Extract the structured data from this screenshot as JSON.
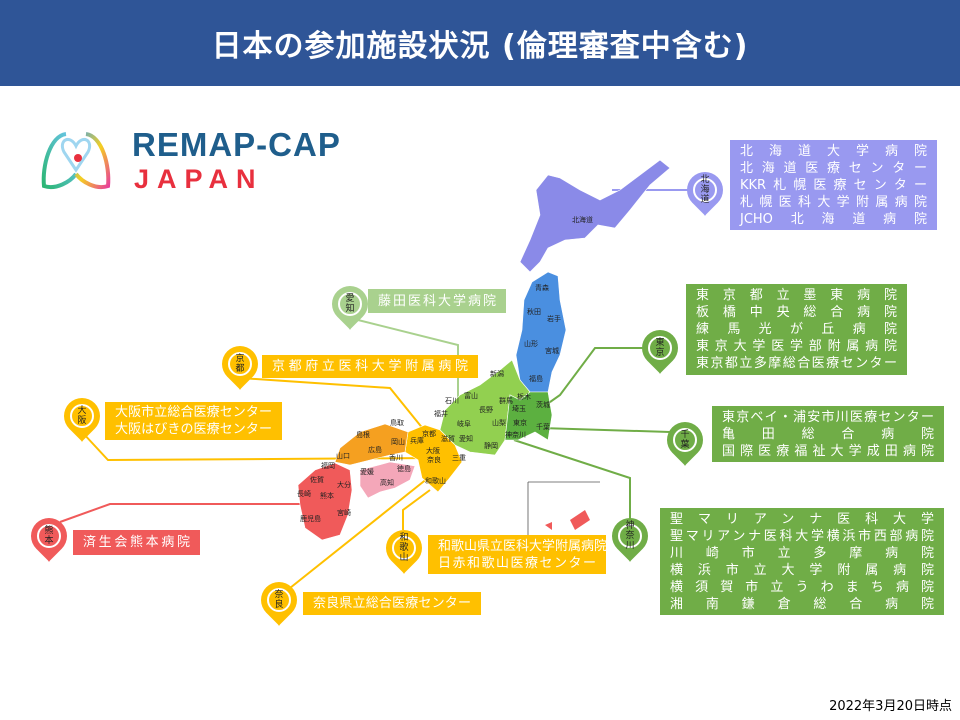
{
  "title": "日本の参加施設状況 (倫理審査中含む)",
  "logo": {
    "line1": "REMAP-CAP",
    "line2": "JAPAN"
  },
  "date": "2022年3月20日時点",
  "colors": {
    "header": "#2f5597",
    "hokkaido": "#9999f0",
    "tohoku": "#4a8fe0",
    "kanto": "#70ad47",
    "chubu": "#92d050",
    "kinki": "#ffc000",
    "chugoku": "#f5a020",
    "shikoku": "#f4a7b9",
    "kyushu": "#f05a5a",
    "aichi": "#a9d18e"
  },
  "regions": [
    {
      "id": "hokkaido",
      "pin": [
        "北",
        "海",
        "道"
      ],
      "color": "#9999f0",
      "hospitals": [
        "北海道大学病院",
        "北海道医療センター",
        "KKR札幌医療センター",
        "札幌医科大学附属病院",
        "JCHO北海道病院"
      ]
    },
    {
      "id": "tokyo",
      "pin": [
        "東",
        "京"
      ],
      "color": "#70ad47",
      "hospitals": [
        "東京都立墨東病院",
        "板橋中央総合病院",
        "練馬光が丘病院",
        "東京大学医学部附属病院",
        "東京都立多摩総合医療センター"
      ]
    },
    {
      "id": "chiba",
      "pin": [
        "千",
        "葉"
      ],
      "color": "#70ad47",
      "hospitals": [
        "東京ベイ・浦安市川医療センター",
        "亀田総合病院",
        "国際医療福祉大学成田病院"
      ]
    },
    {
      "id": "kanagawa",
      "pin": [
        "神",
        "奈",
        "川"
      ],
      "color": "#70ad47",
      "hospitals": [
        "聖マリアンナ医科大学",
        "聖マリアンナ医科大学横浜市西部病院",
        "川崎市立多摩病院",
        "横浜市立大学附属病院",
        "横須賀市立うわまち病院",
        "湘南鎌倉総合病院"
      ]
    },
    {
      "id": "aichi",
      "pin": [
        "愛",
        "知"
      ],
      "color": "#a9d18e",
      "hospitals": [
        "藤田医科大学病院"
      ]
    },
    {
      "id": "kyoto",
      "pin": [
        "京",
        "都"
      ],
      "color": "#ffc000",
      "hospitals": [
        "京都府立医科大学附属病院"
      ]
    },
    {
      "id": "osaka",
      "pin": [
        "大",
        "阪"
      ],
      "color": "#ffc000",
      "hospitals": [
        "大阪市立総合医療センター",
        "大阪はびきの医療センター"
      ]
    },
    {
      "id": "kumamoto",
      "pin": [
        "熊",
        "本"
      ],
      "color": "#f05a5a",
      "hospitals": [
        "済生会熊本病院"
      ]
    },
    {
      "id": "wakayama",
      "pin": [
        "和",
        "歌",
        "山"
      ],
      "color": "#ffc000",
      "hospitals": [
        "和歌山県立医科大学附属病院",
        "日赤和歌山医療センター"
      ]
    },
    {
      "id": "nara",
      "pin": [
        "奈",
        "良"
      ],
      "color": "#ffc000",
      "hospitals": [
        "奈良県立総合医療センター"
      ]
    }
  ],
  "prefectures": [
    "北海道",
    "青森",
    "秋田",
    "岩手",
    "山形",
    "宮城",
    "新潟",
    "福島",
    "富山",
    "石川",
    "群馬",
    "栃木",
    "茨城",
    "長野",
    "埼玉",
    "福井",
    "山梨",
    "東京",
    "千葉",
    "岐阜",
    "神奈川",
    "愛知",
    "静岡",
    "滋賀",
    "京都",
    "鳥取",
    "島根",
    "兵庫",
    "岡山",
    "広島",
    "大阪",
    "奈良",
    "三重",
    "山口",
    "香川",
    "徳島",
    "愛媛",
    "高知",
    "和歌山",
    "福岡",
    "佐賀",
    "大分",
    "長崎",
    "熊本",
    "宮崎",
    "鹿児島"
  ]
}
